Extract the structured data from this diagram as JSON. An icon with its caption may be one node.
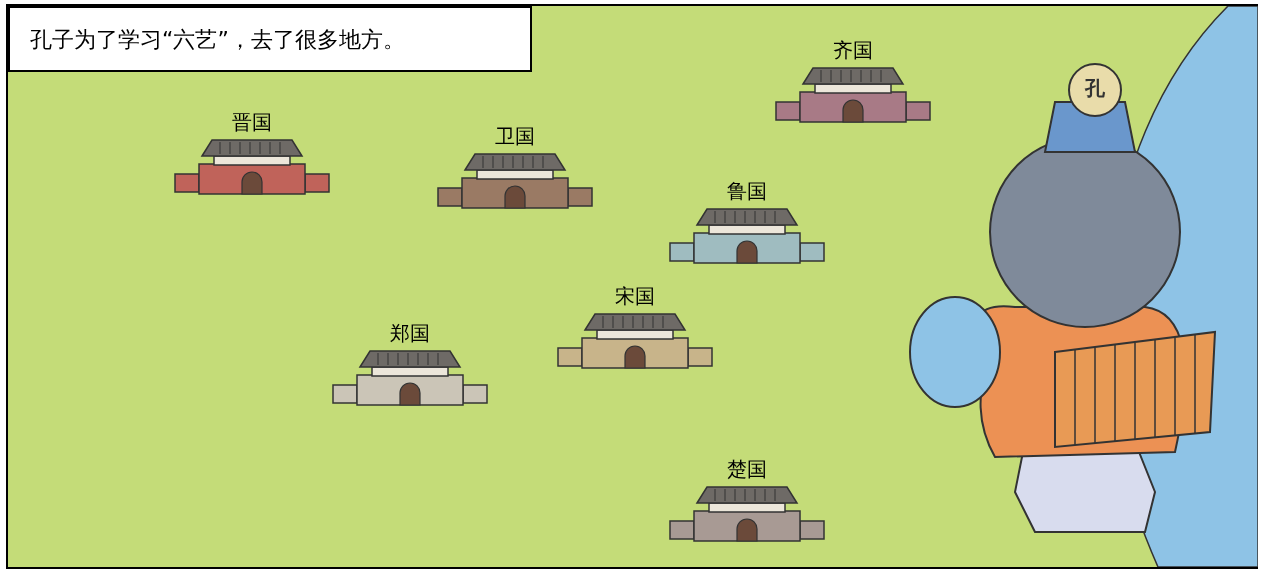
{
  "diagram": {
    "title": "孔子为了学习“六艺”，去了很多地方。",
    "nodes": [
      {
        "text": [
          "齐国"
        ]
      },
      {
        "text": [
          "晋国"
        ]
      },
      {
        "text": [
          "卫国"
        ]
      },
      {
        "text": [
          "鲁国"
        ]
      },
      {
        "text": [
          "宋国"
        ]
      },
      {
        "text": [
          "郑国"
        ]
      },
      {
        "text": [
          "楚国"
        ]
      }
    ],
    "labels": [
      "孔"
    ]
  }
}
